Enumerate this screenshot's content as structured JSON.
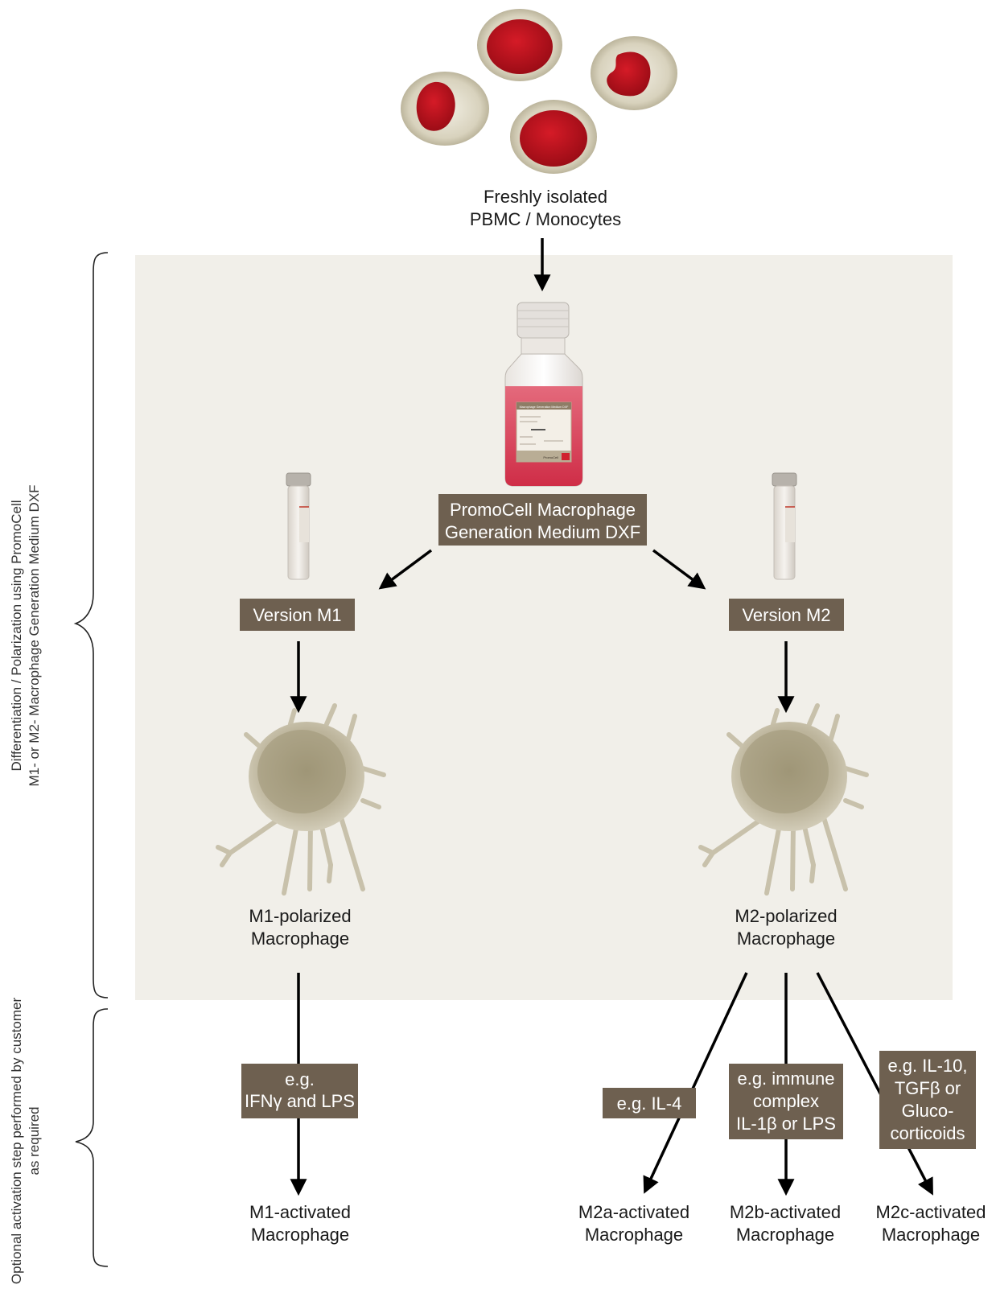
{
  "source": {
    "line1": "Freshly isolated",
    "line2": "PBMC / Monocytes"
  },
  "medium": {
    "line1": "PromoCell Macrophage",
    "line2": "Generation Medium DXF"
  },
  "bottle_label": {
    "title": "Macrophage Generation Medium DXF",
    "brand": "PromoCell"
  },
  "version_m1": "Version M1",
  "version_m2": "Version M2",
  "m1_polarized": {
    "line1": "M1-polarized",
    "line2": "Macrophage"
  },
  "m2_polarized": {
    "line1": "M2-polarized",
    "line2": "Macrophage"
  },
  "stimuli": {
    "m1": {
      "line1": "e.g.",
      "line2": "IFNγ and LPS"
    },
    "m2a": {
      "line1": "e.g. IL-4"
    },
    "m2b": {
      "line1": "e.g. immune",
      "line2": "complex",
      "line3": "IL-1β or LPS"
    },
    "m2c": {
      "line1": "e.g. IL-10,",
      "line2": "TGFβ or",
      "line3": "Gluco-",
      "line4": "corticoids"
    }
  },
  "outputs": {
    "m1": {
      "line1": "M1-activated",
      "line2": "Macrophage"
    },
    "m2a": {
      "line1": "M2a-activated",
      "line2": "Macrophage"
    },
    "m2b": {
      "line1": "M2b-activated",
      "line2": "Macrophage"
    },
    "m2c": {
      "line1": "M2c-activated",
      "line2": "Macrophage"
    }
  },
  "side_labels": {
    "differentiation": {
      "line1": "Differentiation / Polarization using PromoCell",
      "line2": "M1- or M2- Macrophage Generation Medium DXF"
    },
    "activation": {
      "line1": "Optional activation step performed by customer",
      "line2": "as required"
    }
  },
  "colors": {
    "panel": "#f1efe9",
    "box": "#6e6050",
    "cell_red": "#c2111d",
    "cell_rim": "#d9d4c0",
    "macrophage": "#b8b19a"
  }
}
